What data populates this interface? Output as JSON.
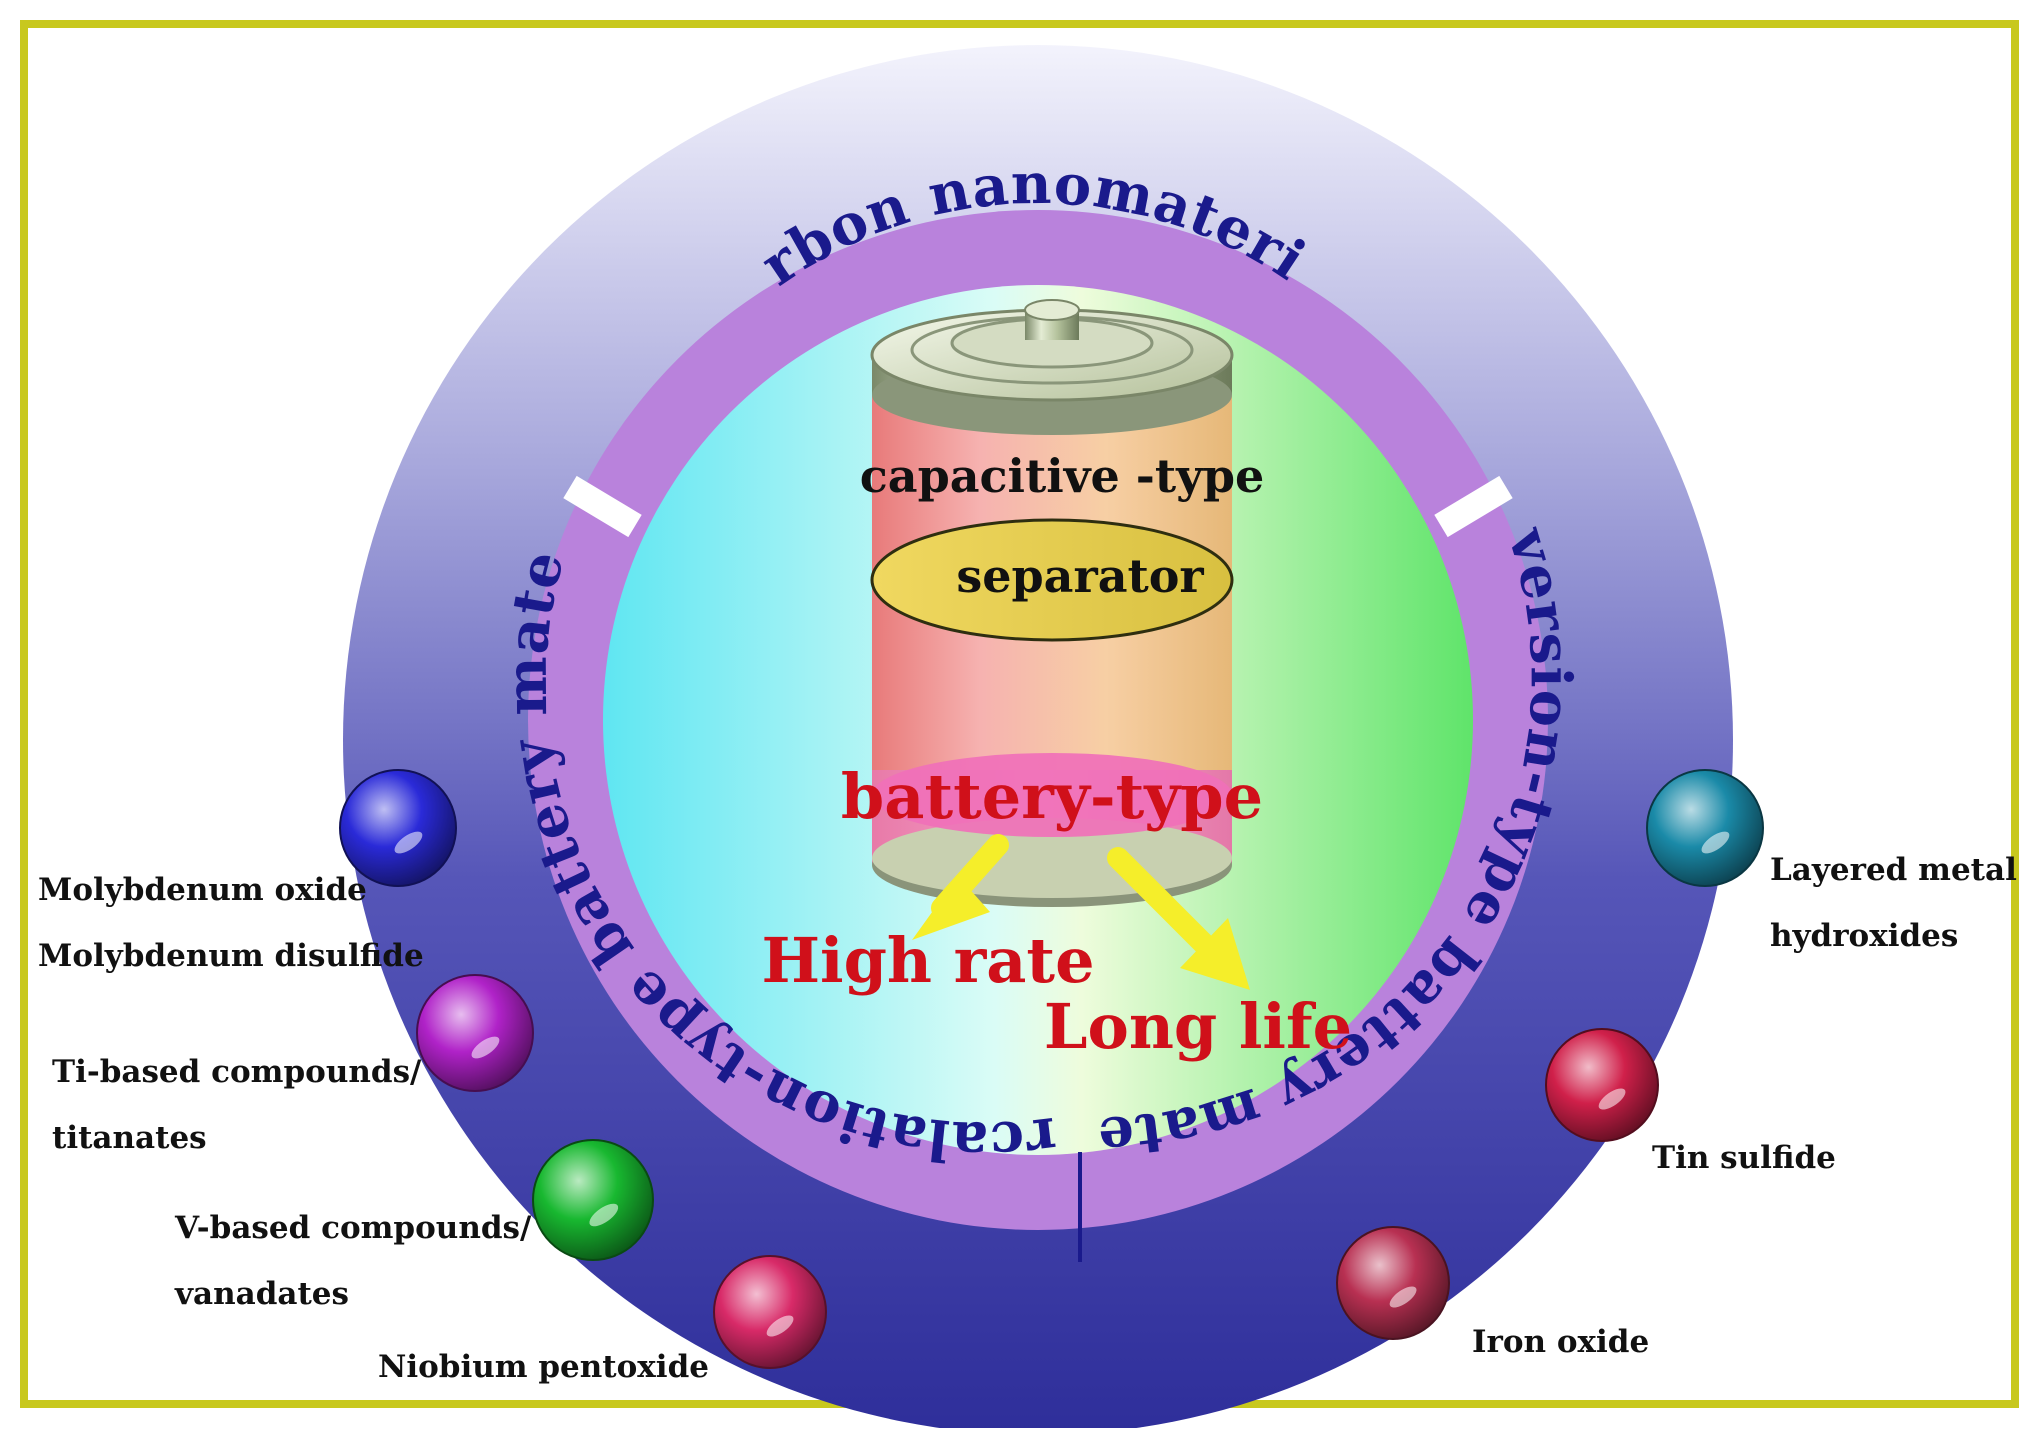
{
  "ring_sections": {
    "top": "Carbon nanomaterials",
    "left": "Intercalation-type battery materials",
    "right": "Conversion-type battery materials"
  },
  "battery": {
    "top_layer": "capacitive -type",
    "middle_layer": "separator",
    "bottom_layer": "battery-type"
  },
  "benefits": {
    "first": "High rate",
    "second": "Long life"
  },
  "materials_left": [
    {
      "lines": [
        "Molybdenum oxide",
        "Molybdenum disulfide"
      ],
      "color": "#2a2ad8"
    },
    {
      "lines": [
        "Ti-based compounds/",
        "titanates"
      ],
      "color": "#b022c8"
    },
    {
      "lines": [
        "V-based compounds/",
        "vanadates"
      ],
      "color": "#18b830"
    },
    {
      "lines": [
        "Niobium pentoxide"
      ],
      "color": "#d82a68"
    }
  ],
  "materials_right": [
    {
      "lines": [
        "Layered metal",
        "hydroxides"
      ],
      "color": "#1a8aa8"
    },
    {
      "lines": [
        "Tin sulfide"
      ],
      "color": "#d0204a"
    },
    {
      "lines": [
        "Iron oxide"
      ],
      "color": "#b83052"
    }
  ],
  "colors": {
    "frame": "#c8c81e",
    "outer_ring": "#3a3aa8",
    "inner_ring": "#b982dc",
    "arc_text": "#1a1a8c",
    "highlight_text": "#d0101a",
    "arrow": "#f5ee2a"
  }
}
